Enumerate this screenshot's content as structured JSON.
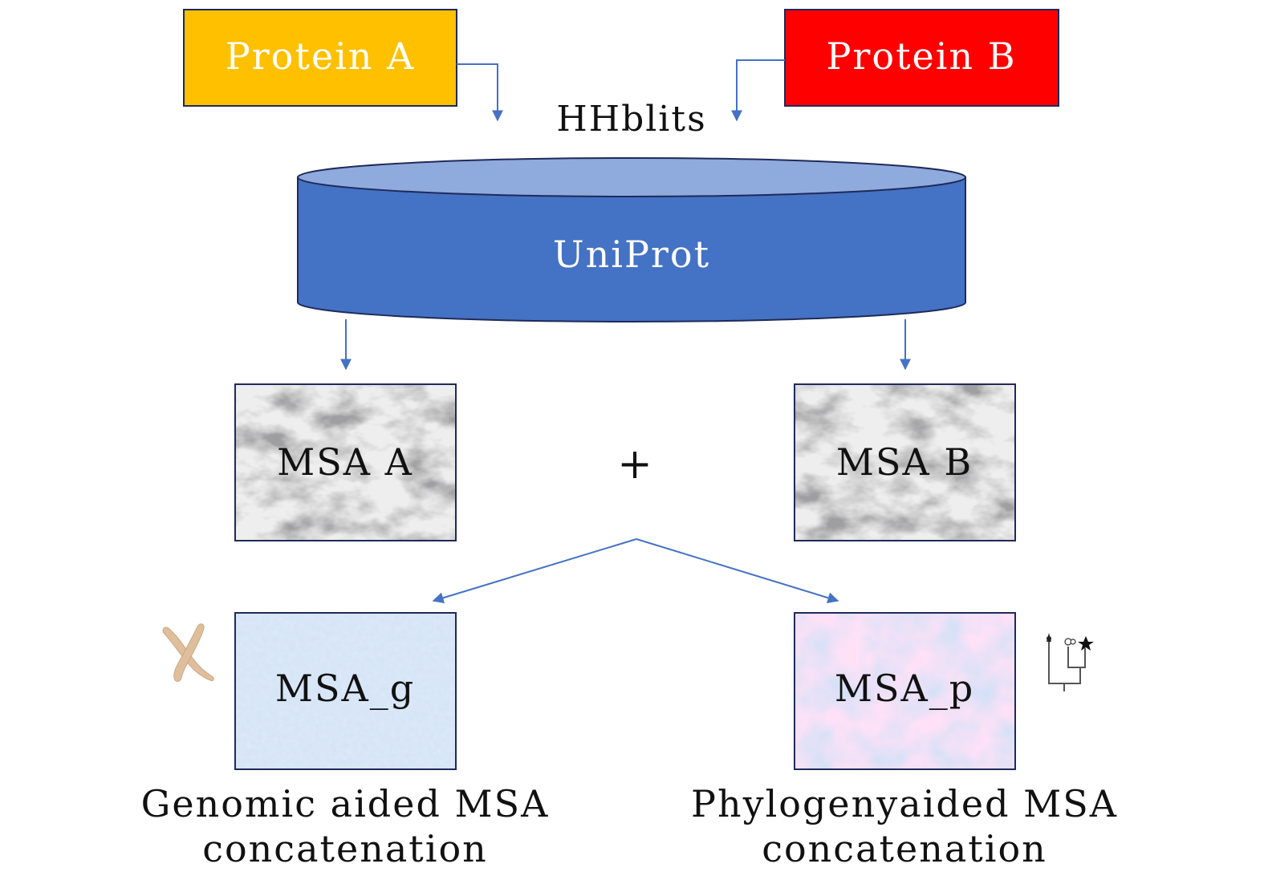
{
  "colors": {
    "protein_a": "#FFC000",
    "protein_b": "#FF0000",
    "db_body": "#4472C4",
    "db_top": "#8FAADC",
    "arrow": "#4472C4",
    "box_border": "#1F2A5A"
  },
  "inputs": {
    "protein_a": "Protein A",
    "protein_b": "Protein B"
  },
  "search_tool": "HHblits",
  "database": "UniProt",
  "msa": {
    "a": "MSA A",
    "b": "MSA B",
    "plus": "+"
  },
  "outputs": {
    "genomic": {
      "box": "MSA_g",
      "caption_line1": "Genomic aided MSA",
      "caption_line2": "concatenation",
      "icon": "chromosome-icon"
    },
    "phylogeny": {
      "box": "MSA_p",
      "caption_line1": "Phylogenyaided MSA",
      "caption_line2": "concatenation",
      "icon": "phylogenetic-tree-icon"
    }
  }
}
